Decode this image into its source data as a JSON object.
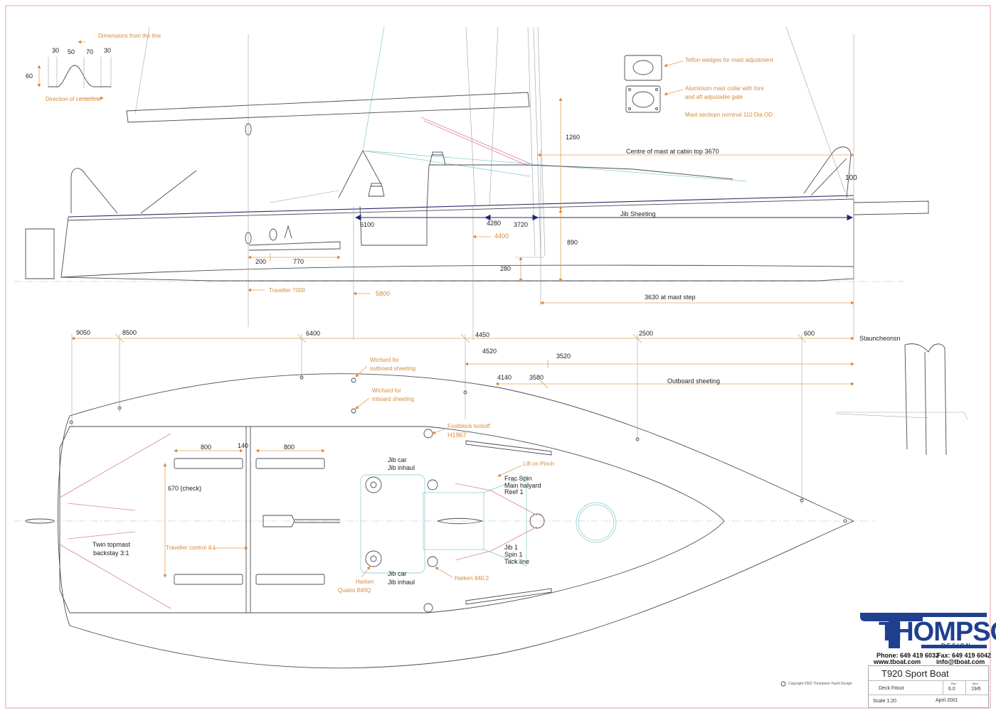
{
  "colors": {
    "annotation": "#d9893a",
    "linework": "#4a4a55",
    "brand": "#1f3f8f",
    "rigging": "#7fc8c8",
    "lines": "#d87f9e"
  },
  "detail": {
    "note": "Dimensions from the line",
    "dims": [
      "30",
      "50",
      "70",
      "30"
    ],
    "height": "60",
    "direction": "Direction of centerline"
  },
  "notes": {
    "teflon": "Teflon wedges for mast adjustment",
    "collar_1": "Aluminium mast collar with fore",
    "collar_2": "and aft adjustable gate",
    "section": "Mast sectiopn nominal 110 Dia OD"
  },
  "profile": {
    "d1260": "1260",
    "centre_mast": "Centre of mast at cabin top 3670",
    "d100": "100",
    "d6100": "6100",
    "d4280": "4280",
    "d3720": "3720",
    "jib_sheeting": "Jib Sheeting",
    "d4400": "4400",
    "d890": "890",
    "d200": "200",
    "d770": "770",
    "d280": "280",
    "traveller": "Traveller 7000",
    "d5800": "5800",
    "mast_step": "3630 at mast step"
  },
  "stations": {
    "s9050": "9050",
    "s8500": "8500",
    "s6400": "6400",
    "s4450": "4450",
    "s2500": "2500",
    "s600": "600",
    "stanchions": "Stauncheonsn",
    "s4520": "4520",
    "s3520": "3520",
    "s4140": "4140",
    "s3580": "3580",
    "outboard": "Outboard sheeting"
  },
  "plan": {
    "winch_outboard_1": "Wichard for",
    "winch_outboard_2": "outboard sheeting",
    "winch_inboard_1": "Wichard for",
    "winch_inboard_2": "inboard sheeting",
    "footblock_1": "Footblock lockoff",
    "footblock_2": "H1967",
    "d800a": "800",
    "d140": "140",
    "d800b": "800",
    "d670": "670 (check)",
    "jibcar_top_1": "Jib car",
    "jibcar_top_2": "Jib inhaul",
    "lift": "Lift on Pinch",
    "frac": "Frac Spin",
    "main": "Main halyard",
    "reef": "Reef 1",
    "jib1": "Jib 1",
    "spin1": "Spin 1",
    "tack": "Tack line",
    "backstay_1": "Twin topmast",
    "backstay_2": "backstay 3:1",
    "trav_control": "Traveller control 4:1",
    "jibcar_bot_1": "Jib car",
    "jibcar_bot_2": "Jib inhaul",
    "harken_q_1": "Harken",
    "harken_q_2": "Quatro 840Q",
    "harken_840": "Harken 840.2"
  },
  "brand": {
    "name": "THOMPSON",
    "sub": "DESIGN",
    "phone": "Phone: 649 419 6032",
    "fax": "Fax: 649 419 6042",
    "web": "www.tboat.com",
    "email": "info@tboat.com"
  },
  "titleblock": {
    "title": "T920 Sport Boat",
    "drawing": "Deck Fitout",
    "rev_label": "Rev",
    "rev": "6.0",
    "no_label": "Item",
    "no": "19/6",
    "scale": "Scale 1:20",
    "date": "April 2001"
  },
  "copyright": "Copyright 2001 Thompson Yacht Design"
}
